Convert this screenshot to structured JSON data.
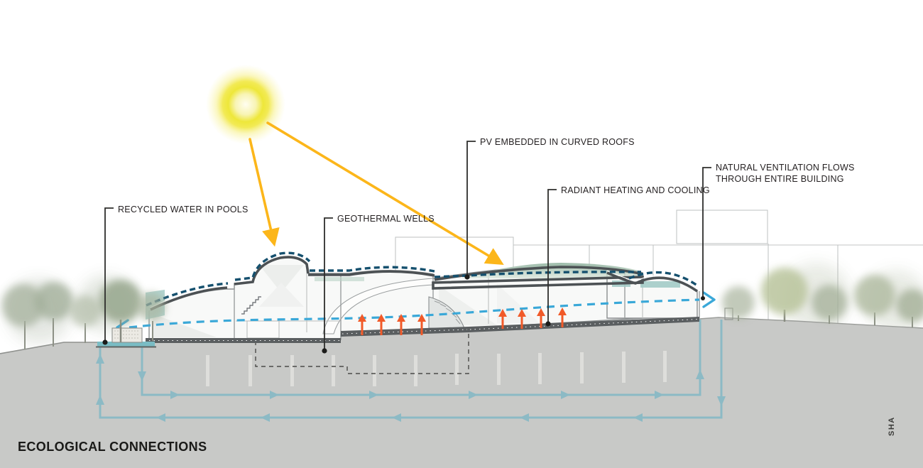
{
  "diagram": {
    "title": "ECOLOGICAL CONNECTIONS",
    "signature": "SHA",
    "labels": {
      "recycled_water": "RECYCLED WATER IN POOLS",
      "geothermal": "GEOTHERMAL WELLS",
      "pv": "PV EMBEDDED IN CURVED ROOFS",
      "radiant": "RADIANT HEATING AND COOLING",
      "nat_vent_1": "NATURAL VENTILATION FLOWS",
      "nat_vent_2": "THROUGH ENTIRE BUILDING"
    },
    "colors": {
      "sun": "#f2e73e",
      "ray": "#fcb61a",
      "vent": "#3aa8d8",
      "pv_dash": "#15506e",
      "water_loop": "#8cbac5",
      "radiant": "#f15a29",
      "ground": "#c8c9c7",
      "pool": "#7abcc4",
      "roof_green": "#9fbcaa",
      "glazing": "#9fc9c4",
      "text": "#231f20"
    }
  }
}
